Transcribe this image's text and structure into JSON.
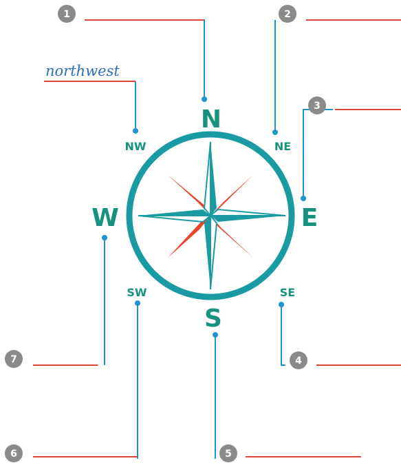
{
  "colors": {
    "teal": "#1a9ba3",
    "label_green": "#17927f",
    "leader_blue": "#1f95cf",
    "answer_red": "#e0473a",
    "marker_gray": "#8a8a8a",
    "example_blue": "#2a6fb6",
    "star_red": "#e8452e",
    "star_teal": "#1a9ba3"
  },
  "example_label": "northwest",
  "directions": {
    "n": "N",
    "s": "S",
    "e": "E",
    "w": "W",
    "ne": "NE",
    "nw": "NW",
    "se": "SE",
    "sw": "SW"
  },
  "markers": [
    "1",
    "2",
    "3",
    "4",
    "5",
    "6",
    "7"
  ]
}
